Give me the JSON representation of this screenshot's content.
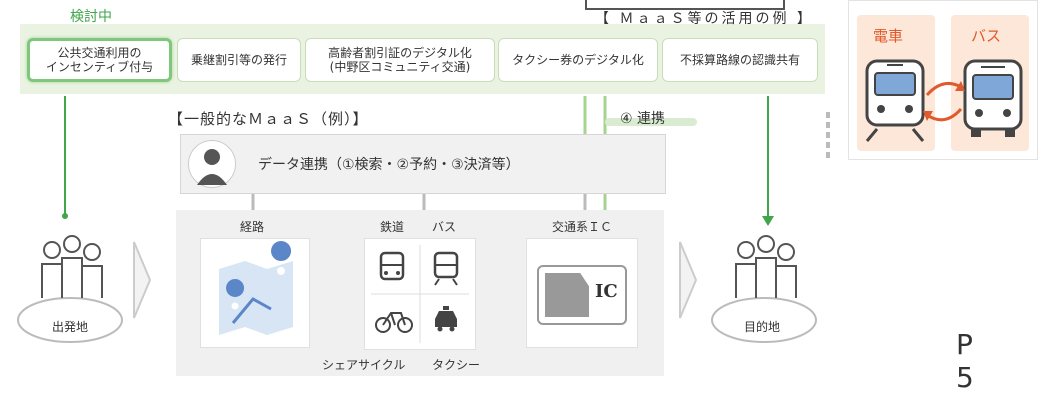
{
  "top": {
    "status_label": "検討中",
    "example_title": "【 ＭａａＳ等の活用の例 】",
    "items": [
      {
        "label": "公共交通利用の\nインセンティブ付与"
      },
      {
        "label": "乗継割引等の発行"
      },
      {
        "label": "高齢者割引証のデジタル化\n(中野区コミュニティ交通)"
      },
      {
        "label": "タクシー券のデジタル化"
      },
      {
        "label": "不採算路線の認識共有"
      }
    ]
  },
  "train_bus": {
    "train_label": "電車",
    "bus_label": "バス"
  },
  "maas": {
    "title": "【一般的なＭａａＳ（例）】",
    "link_label": "④ 連携",
    "data_link": "データ連携（①検索・②予約・③決済等）",
    "route_label": "経路",
    "rail_label": "鉄道",
    "bus_label": "バス",
    "ic_title": "交通系ＩＣ",
    "ic_card": "IC",
    "share_cycle": "シェアサイクル",
    "taxi": "タクシー",
    "origin": "出発地",
    "destination": "目的地"
  },
  "page": {
    "number": "P 5"
  },
  "colors": {
    "green": "#3fa64a",
    "light_green": "#eaf3e1",
    "orange": "#e05a2b",
    "blue": "#5b86c8"
  }
}
